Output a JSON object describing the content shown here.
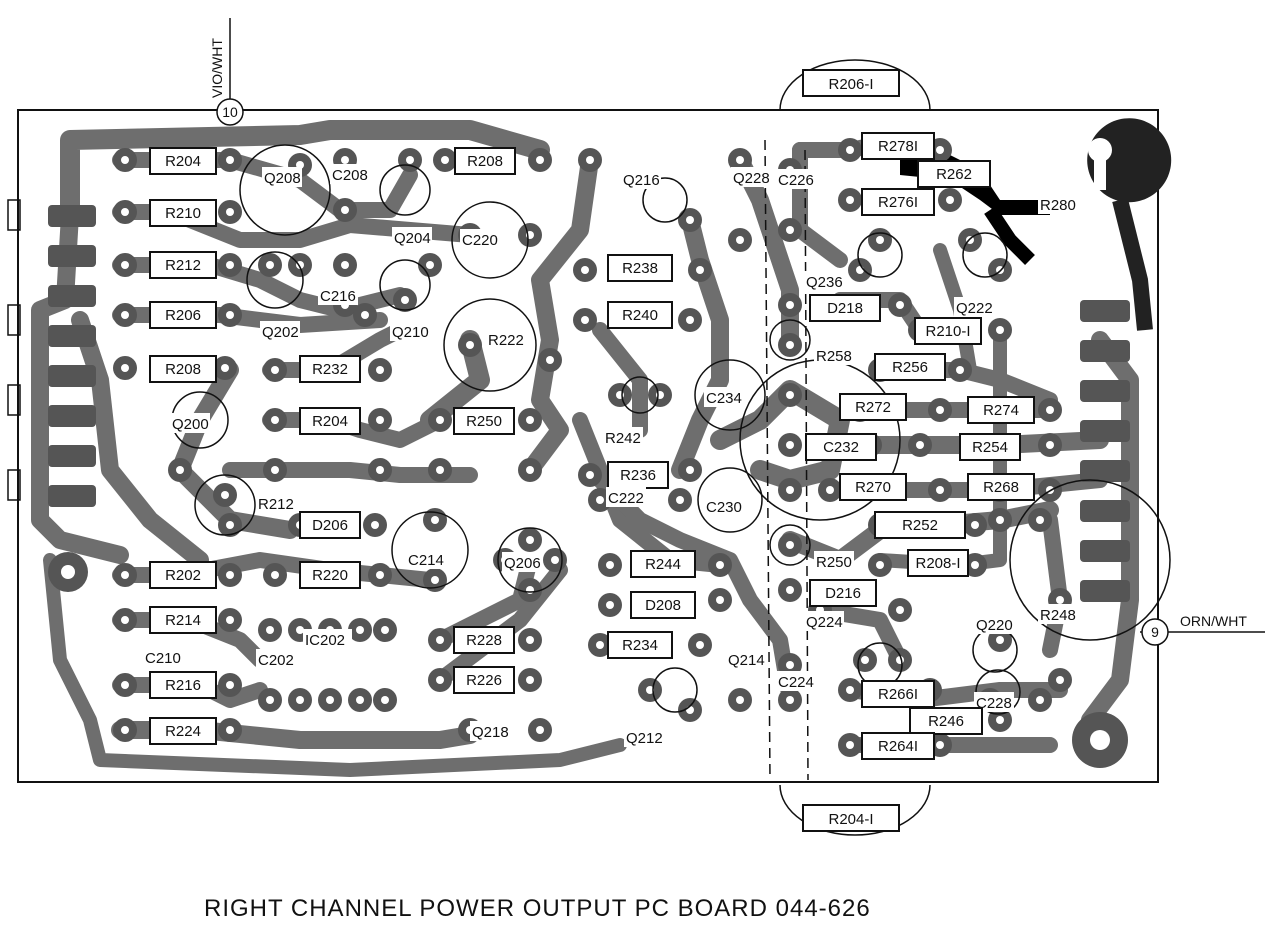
{
  "caption": "RIGHT CHANNEL POWER OUTPUT PC BOARD 044-626",
  "connectors": {
    "top": {
      "number": "10",
      "wire": "VIO/WHT"
    },
    "right": {
      "number": "9",
      "wire": "ORN/WHT"
    }
  },
  "callouts": {
    "top": "R206-I",
    "bottom": "R204-I"
  },
  "components": [
    "R204",
    "R210",
    "R212",
    "R206",
    "R208",
    "R202",
    "R214",
    "R216",
    "R224",
    "Q208",
    "C208",
    "Q204",
    "Q202",
    "C216",
    "Q210",
    "R208",
    "Q216",
    "R238",
    "R240",
    "Q228",
    "C226",
    "R242",
    "C234",
    "R222",
    "C220",
    "R232",
    "R204",
    "R250",
    "R212",
    "Q200",
    "D206",
    "C214",
    "Q206",
    "R220",
    "IC202",
    "R228",
    "R226",
    "Q218",
    "C210",
    "C202",
    "R236",
    "C222",
    "C230",
    "R244",
    "D208",
    "R234",
    "Q212",
    "C224",
    "Q214",
    "R278I",
    "R262",
    "R276I",
    "Q236",
    "Q222",
    "R280",
    "D218",
    "R210-I",
    "R258",
    "R256",
    "R272",
    "R274",
    "C232",
    "R254",
    "R270",
    "R268",
    "R252",
    "R250",
    "R208-I",
    "D216",
    "Q224",
    "Q220",
    "R248",
    "R266I",
    "C228",
    "R246",
    "R264I"
  ],
  "colors": {
    "trace": "#6e6e6e",
    "pad": "#555555",
    "ink": "#111111",
    "copper_dark": "#000000"
  }
}
